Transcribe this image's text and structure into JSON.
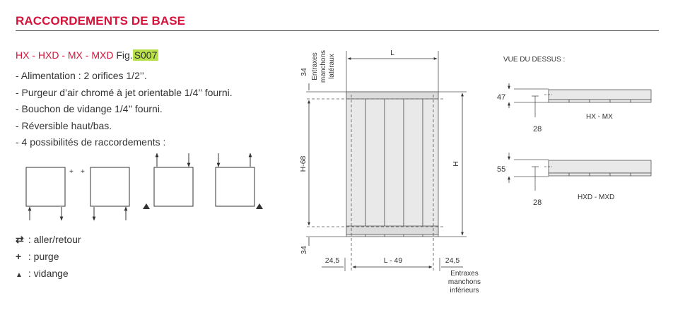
{
  "title": "RACCORDEMENTS DE BASE",
  "models": "HX - HXD - MX - MXD",
  "fig_prefix": "Fig.",
  "fig_code": "S007",
  "bullets": [
    "- Alimentation : 2 orifices 1/2’’.",
    "- Purgeur d’air chromé à jet orientable 1/4’’ fourni.",
    "- Bouchon de vidange 1/4’’ fourni.",
    "- Réversible haut/bas.",
    "- 4 possibilités de raccordements :"
  ],
  "legend": {
    "aller_retour": {
      "symbol": "⇄",
      "text": ": aller/retour"
    },
    "purge": {
      "symbol": "+",
      "text": ": purge"
    },
    "vidange": {
      "symbol": "▲",
      "text": ": vidange"
    }
  },
  "diagram": {
    "dim_34_top": "34",
    "dim_34_bottom": "34",
    "lateral_label": [
      "Entraxes",
      "manchons",
      "latéraux"
    ],
    "dim_L": "L",
    "dim_H": "H",
    "dim_H68": "H-68",
    "dim_left_245": "24,5",
    "dim_L49": "L - 49",
    "dim_right_245": "24,5",
    "lower_label": [
      "Entraxes",
      "manchons",
      "inférieurs"
    ]
  },
  "top_view": {
    "heading": "VUE DU DESSUS :",
    "hx_depth": "47",
    "hx_offset": "28",
    "hx_label": "HX - MX",
    "hxd_depth": "55",
    "hxd_offset": "28",
    "hxd_label": "HXD - MXD"
  }
}
